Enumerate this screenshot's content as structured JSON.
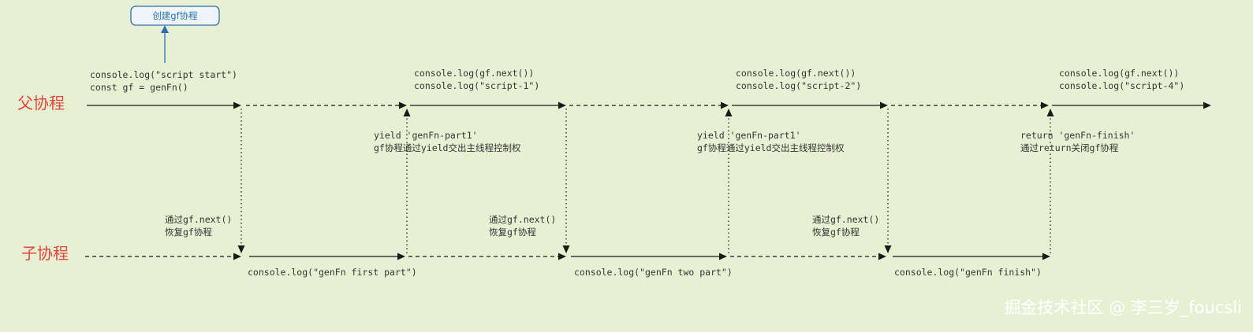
{
  "lanes": {
    "parent": "父协程",
    "child": "子协程"
  },
  "create_box": {
    "label": "创建gf协程"
  },
  "parent_notes": [
    [
      "console.log(\"script start\")",
      "const gf = genFn()"
    ],
    [
      "console.log(gf.next())",
      "console.log(\"script-1\")"
    ],
    [
      "console.log(gf.next())",
      "console.log(\"script-2\")"
    ],
    [
      "console.log(gf.next())",
      "console.log(\"script-4\")"
    ]
  ],
  "yield_notes": [
    [
      "yield 'genFn-part1'",
      "gf协程通过yield交出主线程控制权"
    ],
    [
      "yield 'genFn-part1'",
      "gf协程通过yield交出主线程控制权"
    ],
    [
      "return 'genFn-finish'",
      "通过return关闭gf协程"
    ]
  ],
  "resume_notes": [
    [
      "通过gf.next()",
      "恢复gf协程"
    ],
    [
      "通过gf.next()",
      "恢复gf协程"
    ],
    [
      "通过gf.next()",
      "恢复gf协程"
    ]
  ],
  "child_notes": [
    "console.log(\"genFn first part\")",
    "console.log(\"genFn two part\")",
    "console.log(\"genFn finish\")"
  ],
  "watermark": "掘金技术社区 @ 李三岁_foucsli",
  "colors": {
    "background": "#e8f0d4",
    "lane_label": "#e0453d",
    "box_border": "#2b6fb0",
    "line": "#1a1a1a"
  }
}
